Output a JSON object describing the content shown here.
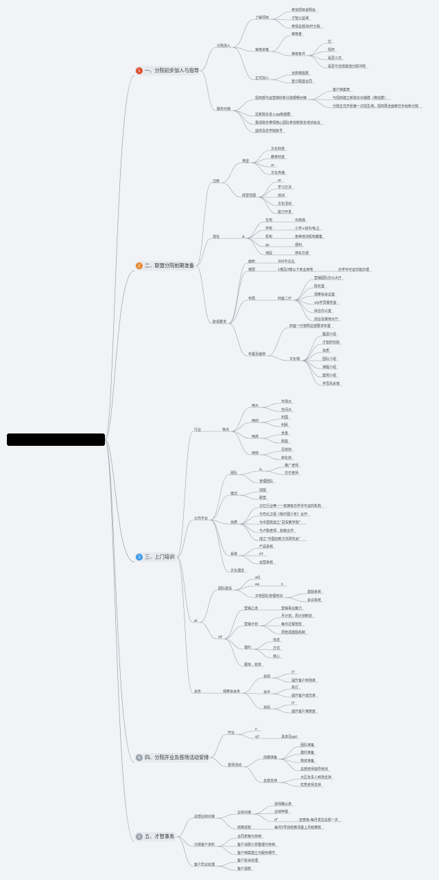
{
  "root": {
    "label": ""
  },
  "colors": {
    "line": "#9aa0a8",
    "sec1": "#e04b2b",
    "sec2": "#e8862b",
    "sec3": "#3a9ae8",
    "sec4": "#9aa2ad",
    "sec5": "#9aa2ad"
  },
  "sections": [
    {
      "id": "s1",
      "num": "1",
      "label": "一、分院初步加入与指导"
    },
    {
      "id": "s2",
      "num": "2",
      "label": "二、联盟分院前期准备"
    },
    {
      "id": "s3",
      "num": "3",
      "label": "三、上门培训"
    },
    {
      "id": "s4",
      "num": "4",
      "label": "四、分院开业及首场活动安排"
    },
    {
      "id": "s5",
      "num": "5",
      "label": "五、才智事务"
    }
  ],
  "nodes": [
    {
      "id": "n1",
      "label": "分院加入"
    },
    {
      "id": "n2",
      "label": "了解项目"
    },
    {
      "id": "n3",
      "label": "参加项目说明会"
    },
    {
      "id": "n4",
      "label": "才智公益课"
    },
    {
      "id": "n5",
      "label": "参观总部/标杆分院"
    },
    {
      "id": "n6",
      "label": "审核资格"
    },
    {
      "id": "n7",
      "label": "审核者"
    },
    {
      "id": "n8",
      "label": "审核条件"
    },
    {
      "id": "n9",
      "label": "亿"
    },
    {
      "id": "n10",
      "label": "情怀"
    },
    {
      "id": "n11",
      "label": "是否三无"
    },
    {
      "id": "n12",
      "label": "是否与当地其他分院冲突"
    },
    {
      "id": "n13",
      "label": "正式加入"
    },
    {
      "id": "n14",
      "label": "全款缴盟费"
    },
    {
      "id": "n15",
      "label": "签订联盟合同"
    },
    {
      "id": "n16",
      "label": "服务对接"
    },
    {
      "id": "n17",
      "label": "招商部与运营做好新分院顺畅对接"
    },
    {
      "id": "n18",
      "label": "客户档案表"
    },
    {
      "id": "n19",
      "label": "与招商建立新院长对接群（微信群）"
    },
    {
      "id": "n20",
      "label": "分院正式开张第一次招生课，招商再全面移交手给新分院"
    },
    {
      "id": "n21",
      "label": "拉新院长进入qq制度群"
    },
    {
      "id": "n22",
      "label": "邀请院长带领核心团队参加新院长培训会议"
    },
    {
      "id": "n23",
      "label": "提供及优学院账号"
    },
    {
      "id": "n24",
      "label": "注册"
    },
    {
      "id": "n25",
      "label": "类型"
    },
    {
      "id": "n26",
      "label": "文化科技"
    },
    {
      "id": "n27",
      "label": "教育科技"
    },
    {
      "id": "n28",
      "label": "or"
    },
    {
      "id": "n29",
      "label": "文化传播"
    },
    {
      "id": "n30",
      "label": "经营范围"
    },
    {
      "id": "n31",
      "label": "or"
    },
    {
      "id": "n32",
      "label": "学习方法"
    },
    {
      "id": "n33",
      "label": "培训"
    },
    {
      "id": "n34",
      "label": "文化活动"
    },
    {
      "id": "n35",
      "label": "能力开发"
    },
    {
      "id": "n36",
      "label": "选址"
    },
    {
      "id": "n37",
      "label": "&"
    },
    {
      "id": "n38",
      "label": "住宅"
    },
    {
      "id": "n39",
      "label": "中高档"
    },
    {
      "id": "n40",
      "label": "学校"
    },
    {
      "id": "n41",
      "label": "小学+初中/私立"
    },
    {
      "id": "n42",
      "label": "机构"
    },
    {
      "id": "n43",
      "label": "各种培训机构聚集"
    },
    {
      "id": "n44",
      "label": "gs"
    },
    {
      "id": "n45",
      "label": "便利"
    },
    {
      "id": "n46",
      "label": "地段"
    },
    {
      "id": "n47",
      "label": "停车方便"
    },
    {
      "id": "n48",
      "label": "职场要求"
    },
    {
      "id": "n49",
      "label": "面积"
    },
    {
      "id": "n50",
      "label": "300平左右"
    },
    {
      "id": "n51",
      "label": "楼层"
    },
    {
      "id": "n52",
      "label": "1楼及3楼以下商业用地"
    },
    {
      "id": "n53",
      "label": "办学许可证亦能办理"
    },
    {
      "id": "n54",
      "label": "布局"
    },
    {
      "id": "n55",
      "label": "四室二厅"
    },
    {
      "id": "n56",
      "label": "营销团队办公大厅"
    },
    {
      "id": "n57",
      "label": "院长室"
    },
    {
      "id": "n58",
      "label": "观摩会会议室"
    },
    {
      "id": "n59",
      "label": "vip学员服务室"
    },
    {
      "id": "n60",
      "label": "综合办公室"
    },
    {
      "id": "n61",
      "label": "前台及接待大厅"
    },
    {
      "id": "n62",
      "label": "布置及装修"
    },
    {
      "id": "n63",
      "label": "四室一厅按照总部要求布置"
    },
    {
      "id": "n64",
      "label": "文化墙"
    },
    {
      "id": "n65",
      "label": "集团介绍"
    },
    {
      "id": "n66",
      "label": "才智研究院"
    },
    {
      "id": "n67",
      "label": "资质"
    },
    {
      "id": "n68",
      "label": "团队介绍"
    },
    {
      "id": "n69",
      "label": "课程介绍"
    },
    {
      "id": "n70",
      "label": "案例介绍"
    },
    {
      "id": "n71",
      "label": "学员风采墙"
    },
    {
      "id": "n72",
      "label": "行业"
    },
    {
      "id": "n73",
      "label": "特点"
    },
    {
      "id": "n74",
      "label": "两大"
    },
    {
      "id": "n75",
      "label": "市场大"
    },
    {
      "id": "n76",
      "label": "空间大"
    },
    {
      "id": "n77",
      "label": "两利"
    },
    {
      "id": "n78",
      "label": "利国"
    },
    {
      "id": "n79",
      "label": "利民"
    },
    {
      "id": "n80",
      "label": "两高"
    },
    {
      "id": "n81",
      "label": "含金"
    },
    {
      "id": "n82",
      "label": "刚需"
    },
    {
      "id": "n83",
      "label": "两快"
    },
    {
      "id": "n84",
      "label": "见效快"
    },
    {
      "id": "n85",
      "label": "转化快"
    },
    {
      "id": "n86",
      "label": "公司平台"
    },
    {
      "id": "n87",
      "label": "团队"
    },
    {
      "id": "n88",
      "label": "rL"
    },
    {
      "id": "n89",
      "label": "推广老师"
    },
    {
      "id": "n90",
      "label": "交付老师"
    },
    {
      "id": "n91",
      "label": "管理团队"
    },
    {
      "id": "n92",
      "label": "模式"
    },
    {
      "id": "n93",
      "label": "加盟"
    },
    {
      "id": "n94",
      "label": "联营"
    },
    {
      "id": "n95",
      "label": "资质"
    },
    {
      "id": "n96",
      "label": "记忆行业唯一一家拥有办学许可证的机构"
    },
    {
      "id": "n97",
      "label": "与司北卫视《我中国少年》合作"
    },
    {
      "id": "n98",
      "label": "与中国党成立“冠军教学院”"
    },
    {
      "id": "n99",
      "label": "与卢勤老师、赵敏合作"
    },
    {
      "id": "n100",
      "label": "成立“中国创新方法研究会”"
    },
    {
      "id": "n101",
      "label": "系统"
    },
    {
      "id": "n102",
      "label": "产品系统"
    },
    {
      "id": "n103",
      "label": "rIf"
    },
    {
      "id": "n104",
      "label": "运营系统"
    },
    {
      "id": "n105",
      "label": "文化理念"
    },
    {
      "id": "n106",
      "label": "aI"
    },
    {
      "id": "n107",
      "label": "团队建设"
    },
    {
      "id": "n108",
      "label": "aQ"
    },
    {
      "id": "n109",
      "label": "ee"
    },
    {
      "id": "n110",
      "label": "ii"
    },
    {
      "id": "n111",
      "label": "日常团队管理培训"
    },
    {
      "id": "n112",
      "label": "激励系统"
    },
    {
      "id": "n113",
      "label": "会议系统"
    },
    {
      "id": "n114",
      "label": "dY"
    },
    {
      "id": "n115",
      "label": "营销之道"
    },
    {
      "id": "n116",
      "label": "营销事业魅力"
    },
    {
      "id": "n117",
      "label": "营销计划"
    },
    {
      "id": "n118",
      "label": "月计划、周计划制定"
    },
    {
      "id": "n119",
      "label": "每日过程管控"
    },
    {
      "id": "n120",
      "label": "周管调激励机制"
    },
    {
      "id": "n121",
      "label": "邀约"
    },
    {
      "id": "n122",
      "label": "信念"
    },
    {
      "id": "n123",
      "label": "方式"
    },
    {
      "id": "n124",
      "label": "核心"
    },
    {
      "id": "n125",
      "label": "跟单、收单"
    },
    {
      "id": "n126",
      "label": "会务"
    },
    {
      "id": "n127",
      "label": "观摩会会务"
    },
    {
      "id": "n128",
      "label": "会前"
    },
    {
      "id": "n129",
      "label": "iY"
    },
    {
      "id": "n130",
      "label": "提升客户到场率"
    },
    {
      "id": "n131",
      "label": "会中"
    },
    {
      "id": "n132",
      "label": "执行"
    },
    {
      "id": "n133",
      "label": "提升客户成交率"
    },
    {
      "id": "n134",
      "label": "会后"
    },
    {
      "id": "n135",
      "label": "iY"
    },
    {
      "id": "n136",
      "label": "提升客户满意度"
    },
    {
      "id": "n137",
      "label": "开业"
    },
    {
      "id": "n138",
      "label": "ii"
    },
    {
      "id": "n139",
      "label": "qY"
    },
    {
      "id": "n140",
      "label": "具体见ppt"
    },
    {
      "id": "n141",
      "label": "首场活动"
    },
    {
      "id": "n142",
      "label": "前期准备"
    },
    {
      "id": "n143",
      "label": "团队准备"
    },
    {
      "id": "n144",
      "label": "邀约准备"
    },
    {
      "id": "n145",
      "label": "物资准备"
    },
    {
      "id": "n146",
      "label": "总部老师指导培训"
    },
    {
      "id": "n147",
      "label": "总部支持"
    },
    {
      "id": "n148",
      "label": "大区负责人到场支持"
    },
    {
      "id": "n149",
      "label": "优秀老师支持"
    },
    {
      "id": "n150",
      "label": "总部业绩对接"
    },
    {
      "id": "n151",
      "label": "业绩对接"
    },
    {
      "id": "n152",
      "label": "讲师确认表"
    },
    {
      "id": "n153",
      "label": "业绩申报"
    },
    {
      "id": "n154",
      "label": "rF"
    },
    {
      "id": "n155",
      "label": "自查级-每月发往总部一次"
    },
    {
      "id": "n156",
      "label": "结算返款"
    },
    {
      "id": "n157",
      "label": "每月5号前结算清楚上月结算款"
    },
    {
      "id": "n158",
      "label": "分院客户资料"
    },
    {
      "id": "n159",
      "label": "合同表格与存档"
    },
    {
      "id": "n160",
      "label": "客户消费小票整理与存档"
    },
    {
      "id": "n161",
      "label": "客户档案建立与服务细节"
    },
    {
      "id": "n162",
      "label": "客户异议处理"
    },
    {
      "id": "n163",
      "label": "客户投诉处理"
    },
    {
      "id": "n164",
      "label": "客户退款"
    }
  ]
}
